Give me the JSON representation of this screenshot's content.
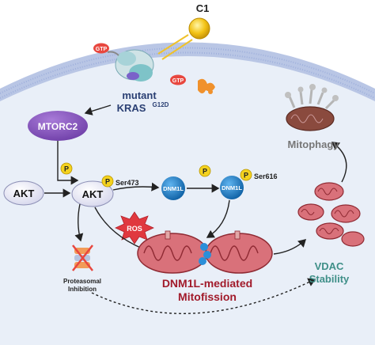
{
  "compound": {
    "label": "C1"
  },
  "membrane": {
    "gtp_1": "GTP",
    "gtp_2": "GTP"
  },
  "kras": {
    "label_line1": "mutant",
    "label_line2": "KRAS",
    "label_sup": "G12D"
  },
  "mtorc2": {
    "label": "MTORC2"
  },
  "akt_inactive": {
    "label": "AKT"
  },
  "akt_active": {
    "label": "AKT",
    "phospho": "P",
    "site": "Ser473",
    "phospho_top": "P"
  },
  "dnm1l_1": {
    "label": "DNM1L",
    "phospho": "P"
  },
  "dnm1l_2": {
    "label": "DNM1L",
    "phospho": "P",
    "site": "Ser616"
  },
  "ros": {
    "label": "ROS"
  },
  "mitofission": {
    "line1": "DNM1L-mediated",
    "line2": "Mitofission"
  },
  "proteasome": {
    "line1": "Proteasomal",
    "line2": "Inhibition"
  },
  "vdac": {
    "line1": "VDAC",
    "line2": "Stability"
  },
  "mitophagy": {
    "label": "Mitophagy"
  },
  "colors": {
    "cytoplasm": "#e8eef8",
    "membrane": "#b7c4e6",
    "mtorc2": "#8e5cc4",
    "akt": "#e8e8f6",
    "dnm1l": "#1f7fc9",
    "phospho": "#f4d21f",
    "ros": "#e0383f",
    "mito": "#d97b7b",
    "title_red": "#a11a2a",
    "vdac_teal": "#3f8f88",
    "arrow": "#222222"
  }
}
